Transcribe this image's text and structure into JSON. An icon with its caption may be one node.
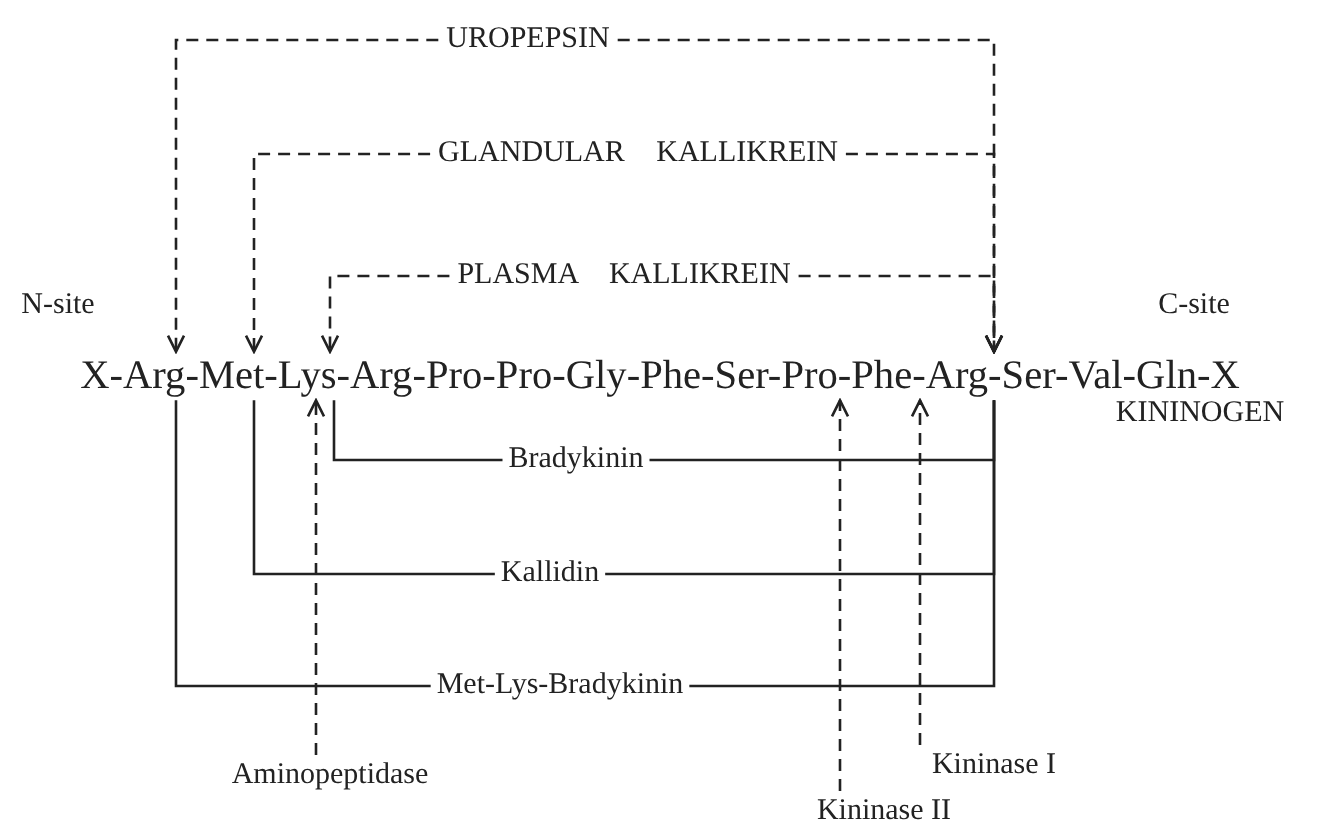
{
  "diagram": {
    "nodes": [
      {
        "text": [
          "UROPEPSIN"
        ]
      },
      {
        "text": [
          "GLANDULAR KALLIKREIN"
        ]
      },
      {
        "text": [
          "PLASMA KALLIKREIN"
        ]
      },
      {
        "text": [
          "X-Arg-Met-Lys-Arg-Pro-Pro-Gly-Phe-Ser-Pro-Phe-Arg-Ser-Val-Gln-X"
        ],
        "beside": [
          "N-site",
          "C-site",
          "KININOGEN"
        ]
      },
      {
        "text": [
          "Aminopeptidase"
        ]
      },
      {
        "text": [
          "Kininase I"
        ]
      },
      {
        "text": [
          "Kininase II"
        ]
      }
    ],
    "edges": [
      {
        "from": 0,
        "to": 3,
        "arrow": "to",
        "style": "dashed"
      },
      {
        "from": 0,
        "to": 3,
        "arrow": "to",
        "style": "dashed"
      },
      {
        "from": 1,
        "to": 3,
        "arrow": "to",
        "style": "dashed"
      },
      {
        "from": 1,
        "to": 3,
        "arrow": "to",
        "style": "dashed"
      },
      {
        "from": 2,
        "to": 3,
        "arrow": "to",
        "style": "dashed"
      },
      {
        "from": 2,
        "to": 3,
        "arrow": "to",
        "style": "dashed"
      },
      {
        "from": 4,
        "to": 3,
        "arrow": "to",
        "style": "dashed"
      },
      {
        "from": 5,
        "to": 3,
        "arrow": "to",
        "style": "dashed"
      },
      {
        "from": 6,
        "to": 3,
        "arrow": "to",
        "style": "dashed"
      }
    ],
    "labels": [
      "Bradykinin",
      "Kallidin",
      "Met-Lys-Bradykinin"
    ]
  }
}
